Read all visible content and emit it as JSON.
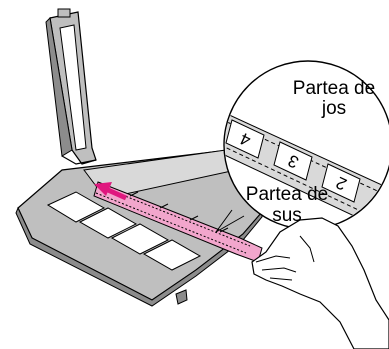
{
  "diagram": {
    "labels": {
      "top_side": [
        "Partea de",
        "jos"
      ],
      "bottom_side": [
        "Partea de",
        "sus"
      ]
    },
    "film_frame_numbers": [
      "4",
      "3",
      "2"
    ],
    "colors": {
      "film_highlight": "#f2a6cc",
      "arrow": "#e0187f",
      "holder_fill": "#bfbfbf",
      "holder_dark": "#8c8c8c",
      "outline": "#000000"
    },
    "icons": [
      "insert-direction-arrow-icon",
      "hand-icon",
      "magnifier-callout-icon"
    ]
  }
}
